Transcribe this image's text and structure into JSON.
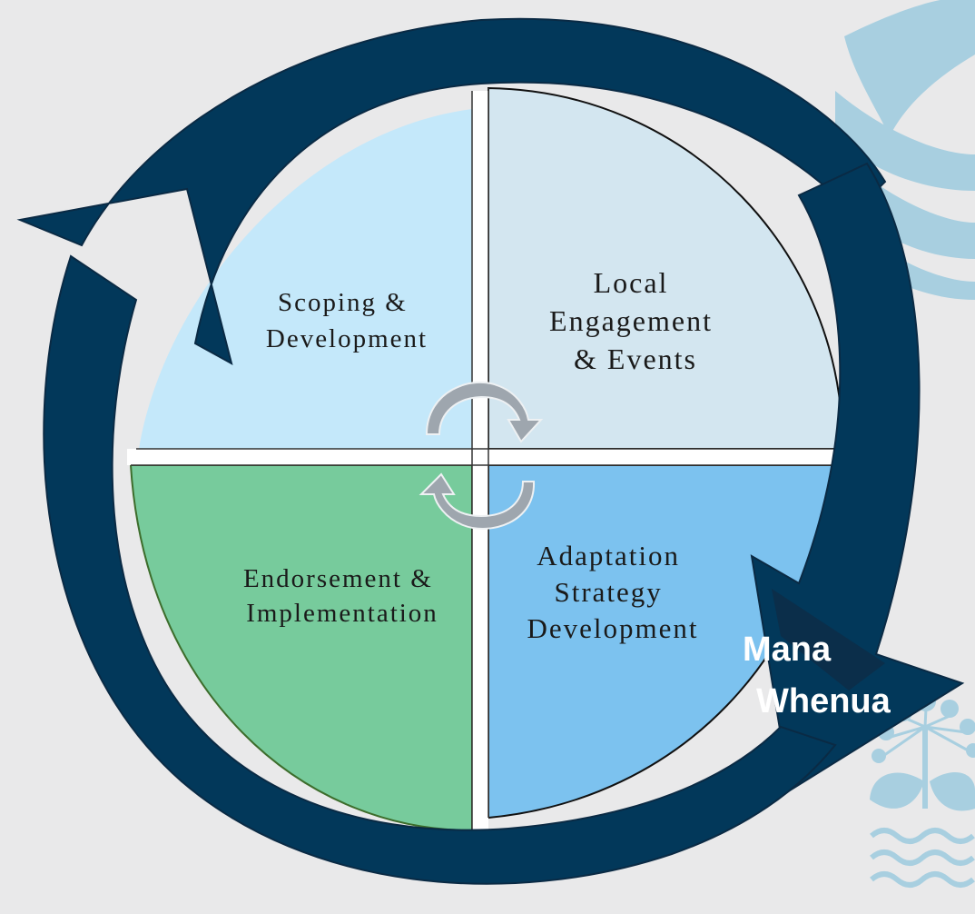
{
  "diagram": {
    "quadrants": [
      {
        "id": "scoping",
        "lines": [
          "Scoping &",
          "Development"
        ],
        "color": "#c4e8fa"
      },
      {
        "id": "local-engagement",
        "lines": [
          "Local",
          "Engagement",
          "& Events"
        ],
        "color": "#d3e6f0"
      },
      {
        "id": "adaptation",
        "lines": [
          "Adaptation",
          "Strategy",
          "Development"
        ],
        "color": "#7cc2ef"
      },
      {
        "id": "endorsement",
        "lines": [
          "Endorsement &",
          "Implementation"
        ],
        "color": "#77cb9c"
      }
    ],
    "outer_cycle": {
      "label_lines": [
        "Mana",
        "Whenua"
      ],
      "color": "#02385a"
    },
    "inner_cycle_color": "#9ea6ae",
    "decoration_color": "#a8cfe0"
  }
}
